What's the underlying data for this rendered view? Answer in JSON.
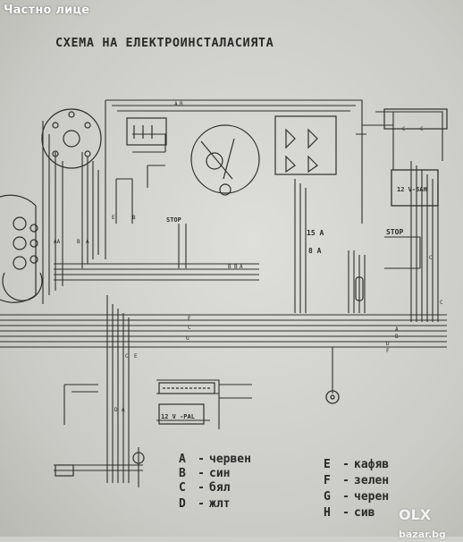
{
  "watermark": "Частно лице",
  "title": "СХЕМА НА ЕЛЕКТРОИНСТАЛАСИЯТА",
  "labels": {
    "stop1": "STOP",
    "stop2": "STOP",
    "fuse_a": "15 A",
    "fuse_b": "8 A",
    "battery": "12 V-5AH",
    "pal": "12 V -PAL"
  },
  "legend": [
    {
      "code": "A",
      "color": "червен"
    },
    {
      "code": "B",
      "color": "син"
    },
    {
      "code": "C",
      "color": "бял"
    },
    {
      "code": "D",
      "color": "жлт"
    },
    {
      "code": "E",
      "color": "кафяв"
    },
    {
      "code": "F",
      "color": "зелен"
    },
    {
      "code": "G",
      "color": "черен"
    },
    {
      "code": "H",
      "color": "сив"
    }
  ],
  "brand": {
    "name": "OLX",
    "suffix": "bazar.bg"
  }
}
